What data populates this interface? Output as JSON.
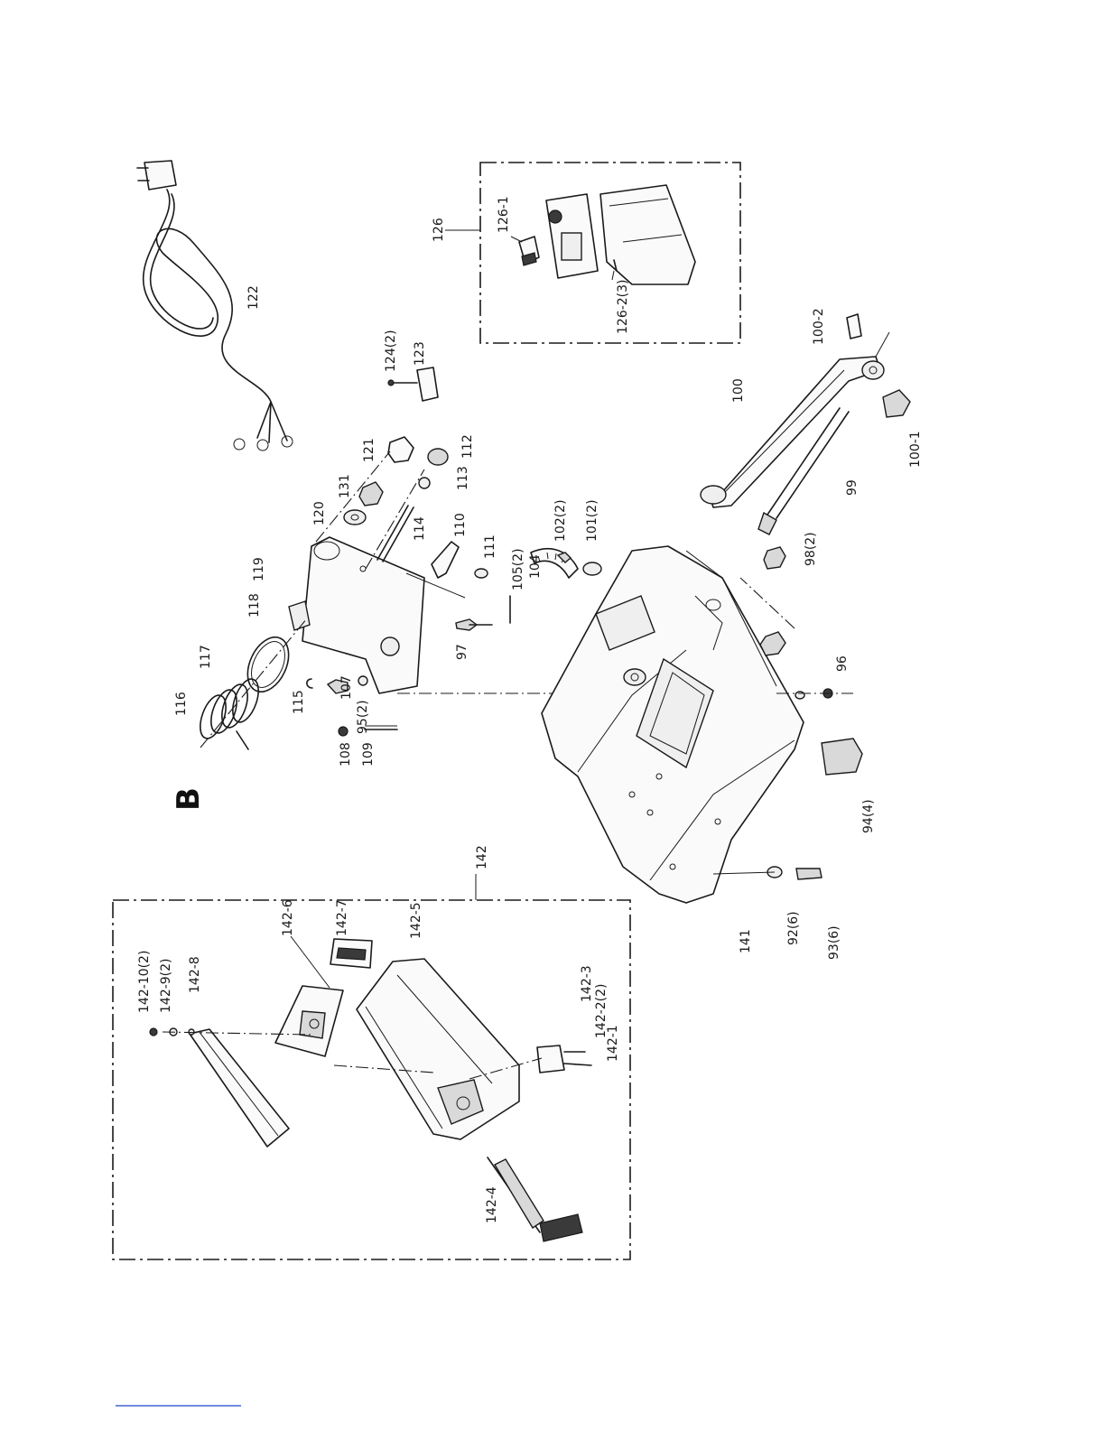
{
  "section_letter": "B",
  "labels": {
    "l116": "116",
    "l117": "117",
    "l118": "118",
    "l119": "119",
    "l120": "120",
    "l131": "131",
    "l121": "121",
    "l112": "112",
    "l113": "113",
    "l114": "114",
    "l110": "110",
    "l111": "111",
    "l115": "115",
    "l107": "107",
    "l95": "95(2)",
    "l108": "108",
    "l109": "109",
    "l97": "97",
    "l105": "105(2)",
    "l104": "104",
    "l102": "102(2)",
    "l101": "101(2)",
    "l98": "98(2)",
    "l99": "99",
    "l100": "100",
    "l100_1": "100-1",
    "l100_2": "100-2",
    "l96": "96",
    "l94": "94(4)",
    "l141": "141",
    "l92": "92(6)",
    "l93": "93(6)",
    "l122": "122",
    "l123": "123",
    "l124": "124(2)",
    "l126": "126",
    "l126_1": "126-1",
    "l126_2": "126-2(3)",
    "l142": "142",
    "l142_1": "142-1",
    "l142_2": "142-2(2)",
    "l142_3": "142-3",
    "l142_4": "142-4",
    "l142_5": "142-5",
    "l142_6": "142-6",
    "l142_7": "142-7",
    "l142_8": "142-8",
    "l142_9": "142-9(2)",
    "l142_10": "142-10(2)"
  }
}
